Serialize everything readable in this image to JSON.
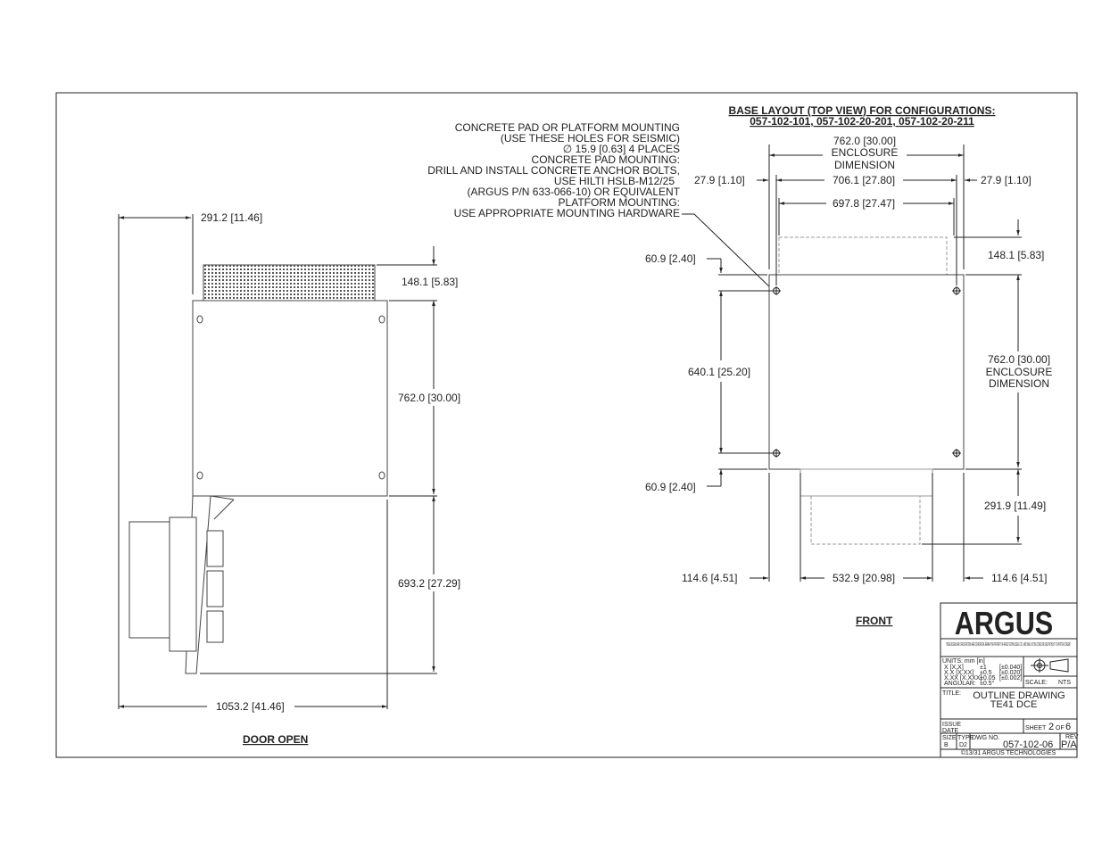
{
  "base_layout": {
    "heading_line1": "BASE LAYOUT (TOP VIEW) FOR CONFIGURATIONS:",
    "heading_line2": "057-102-101, 057-102-20-201, 057-102-20-211"
  },
  "mounting_notes": [
    "CONCRETE PAD OR PLATFORM MOUNTING",
    "(USE THESE HOLES FOR SEISMIC)",
    "∅ 15.9 [0.63] 4 PLACES",
    "CONCRETE PAD MOUNTING:",
    "DRILL AND INSTALL CONCRETE ANCHOR BOLTS,",
    "USE HILTI HSLB-M12/25",
    "(ARGUS P/N 633-066-10) OR EQUIVALENT",
    "PLATFORM MOUNTING:",
    "USE APPROPRIATE MOUNTING HARDWARE"
  ],
  "top_view_dims": {
    "enclosure_width_value": "762.0 [30.00]",
    "enclosure_width_l1": "ENCLOSURE",
    "enclosure_width_l2": "DIMENSION",
    "hole_span": "706.1 [27.80]",
    "inner_span": "697.8 [27.47]",
    "left_offset": "27.9 [1.10]",
    "right_offset": "27.9 [1.10]",
    "top_hole": "60.9 [2.40]",
    "hole_pitch": "640.1 [25.20]",
    "bottom_hole": "60.9 [2.40]",
    "rear_depth": "148.1 [5.83]",
    "enclosure_depth_value": "762.0 [30.00]",
    "enclosure_depth_l1": "ENCLOSURE",
    "enclosure_depth_l2": "DIMENSION",
    "front_depth": "291.9 [11.49]",
    "bottom_left": "114.6 [4.51]",
    "bottom_mid": "532.9 [20.98]",
    "bottom_right": "114.6 [4.51]",
    "view_label": "FRONT"
  },
  "side_view_dims": {
    "top_width": "291.2 [11.46]",
    "top_height": "148.1 [5.83]",
    "body_height": "762.0 [30.00]",
    "door_height": "693.2 [27.29]",
    "overall_width": "1053.2 [41.46]",
    "view_label": "DOOR OPEN"
  },
  "title_block": {
    "logo": "ARGUS",
    "confidential": "THESE DESIGNS AND SPECIFICATIONS ARE CONFIDENTIAL REMAIN THE PROPERTY OF ARGUS TECHNOLOGIES LTD., AND SHALL NOT BE COPIED OR USED WITHOUT ITS WRITTEN CONSENT",
    "units": "UNITS: mm [in]",
    "tol_rows": [
      {
        "fmt": "X [X.X]",
        "val": "±1",
        "inch": "[±0.040]"
      },
      {
        "fmt": "X.X [X.XX]",
        "val": "±0.5",
        "inch": "[±0.020]"
      },
      {
        "fmt": "X.XX [X.XXX]",
        "val": "±0.05",
        "inch": "[±0.002]"
      },
      {
        "fmt": "ANGULAR:",
        "val": "±0.5°",
        "inch": ""
      }
    ],
    "scale_label": "SCALE:",
    "scale_value": "NTS",
    "title_label": "TITLE:",
    "title_line1": "OUTLINE DRAWING",
    "title_line2": "TE41 DCE",
    "issue_label": "ISSUE",
    "date_label": "DATE",
    "sheet_label": "SHEET",
    "sheet_num": "2",
    "sheet_of": "OF",
    "sheet_total": "6",
    "size_label": "SIZE",
    "size_value": "B",
    "type_label": "TYPE",
    "type_value": "D2",
    "dwg_label": "DWG NO.",
    "dwg_value": "057-102-06",
    "rev_label": "REV",
    "rev_value": "P/A",
    "copyright": "©13/31 ARGUS TECHNOLOGIES"
  }
}
